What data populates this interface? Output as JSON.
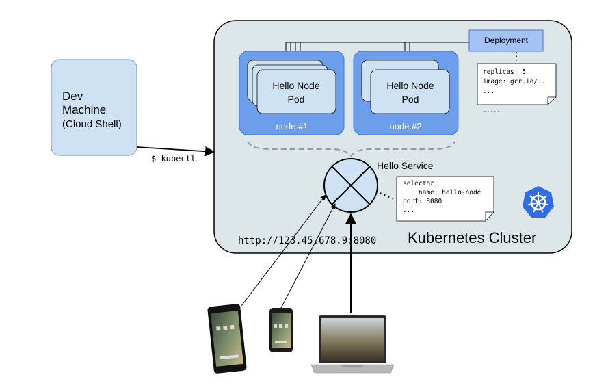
{
  "dev_machine": {
    "line1": "Dev",
    "line2": "Machine",
    "line3": "(Cloud Shell)"
  },
  "kubectl_label": "$ kubectl",
  "cluster": {
    "title": "Kubernetes Cluster"
  },
  "deployment": {
    "title": "Deployment",
    "config_lines": [
      "replicas: 5",
      "image: gcr.io/..",
      "..."
    ],
    "more_dots": "....."
  },
  "nodes": [
    {
      "pod_line1": "Hello Node",
      "pod_line2": "Pod",
      "label": "node #1"
    },
    {
      "pod_line1": "Hello Node",
      "pod_line2": "Pod",
      "label": "node #2"
    }
  ],
  "service": {
    "title": "Hello Service",
    "config_lines": [
      "selector:",
      "    name: hello-node",
      "port: 8080",
      "..."
    ]
  },
  "external_url": "http://123.45.678.9:8080",
  "colors": {
    "cluster_fill": "#dde7ea",
    "dev_fill": "#cfe2f3",
    "node_fill": "#6d9eeb",
    "pod_fill": "#cfe2f3",
    "deployment_fill": "#a4c2f4",
    "k8s_blue": "#326ce5"
  },
  "icons": [
    "kubernetes-helm-icon",
    "tablet-icon",
    "phone-icon",
    "laptop-icon"
  ]
}
